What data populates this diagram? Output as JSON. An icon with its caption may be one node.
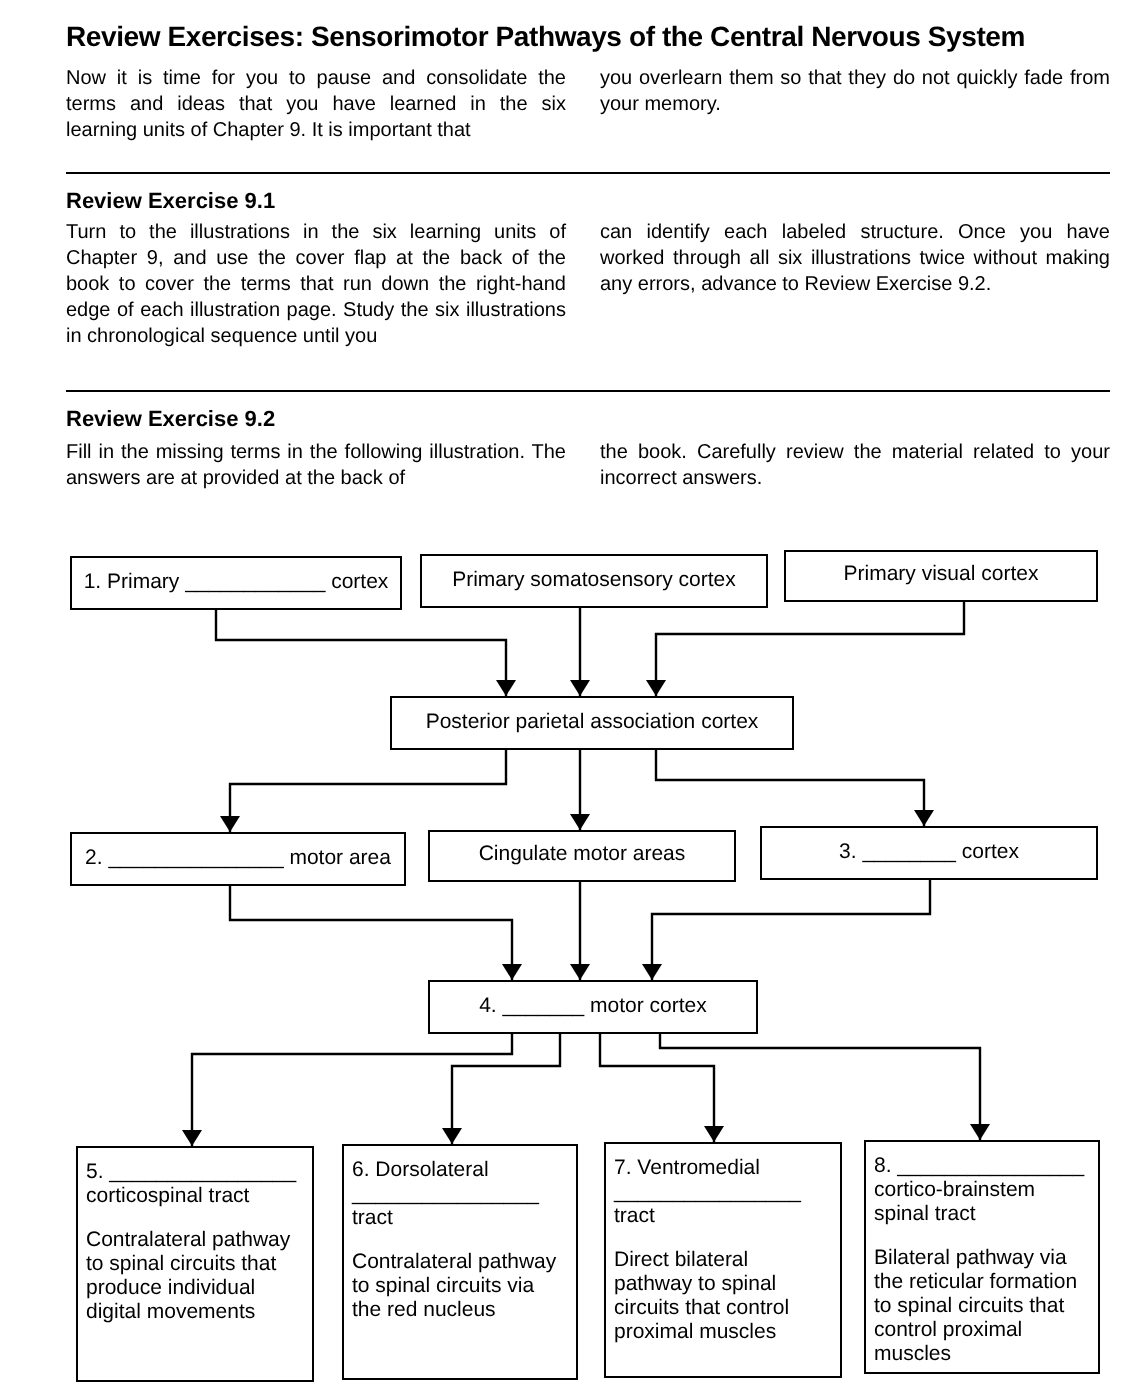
{
  "diagram": {
    "title": "Review Exercises: Sensorimotor Pathways of the Central Nervous System",
    "nodes": [
      {
        "text": [
          "1. Primary ____________ cortex"
        ]
      },
      {
        "text": [
          "Primary somatosensory cortex"
        ]
      },
      {
        "text": [
          "Primary visual cortex"
        ]
      },
      {
        "text": [
          "Posterior parietal association cortex"
        ]
      },
      {
        "text": [
          "2. _______________ motor area"
        ]
      },
      {
        "text": [
          "Cingulate motor areas"
        ]
      },
      {
        "text": [
          "3. ________ cortex"
        ]
      },
      {
        "text": [
          "4. _______ motor cortex"
        ]
      },
      {
        "text": [
          "5. ________________ corticospinal tract",
          "Contralateral pathway to spinal circuits that produce individual digital movements"
        ]
      },
      {
        "text": [
          "6. Dorsolateral ________________ tract",
          "Contralateral pathway to spinal circuits via the red nucleus"
        ]
      },
      {
        "text": [
          "7. Ventromedial ________________ tract",
          "Direct bilateral pathway to spinal circuits that control proximal muscles"
        ]
      },
      {
        "text": [
          "8. ________________ cortico-brainstem spinal tract",
          "Bilateral pathway via the reticular formation to spinal circuits that control proximal muscles"
        ]
      }
    ],
    "edges": [
      {
        "from": 0,
        "to": 3,
        "arrow": "to"
      },
      {
        "from": 1,
        "to": 3,
        "arrow": "to"
      },
      {
        "from": 2,
        "to": 3,
        "arrow": "to"
      },
      {
        "from": 3,
        "to": 4,
        "arrow": "to"
      },
      {
        "from": 3,
        "to": 5,
        "arrow": "to"
      },
      {
        "from": 3,
        "to": 6,
        "arrow": "to"
      },
      {
        "from": 4,
        "to": 7,
        "arrow": "to"
      },
      {
        "from": 5,
        "to": 7,
        "arrow": "to"
      },
      {
        "from": 6,
        "to": 7,
        "arrow": "to"
      },
      {
        "from": 7,
        "to": 8,
        "arrow": "to"
      },
      {
        "from": 7,
        "to": 9,
        "arrow": "to"
      },
      {
        "from": 7,
        "to": 10,
        "arrow": "to"
      },
      {
        "from": 7,
        "to": 11,
        "arrow": "to"
      }
    ],
    "labels": [
      "Now it is time for you to pause and consolidate the terms and ideas that you have learned in the six learning units of Chapter 9. It is important that",
      "you overlearn them so that they do not quickly fade from your memory.",
      "Review Exercise 9.1",
      "Turn to the illustrations in the six learning units of Chapter 9, and use the cover flap at the back of the book to cover the terms that run down the right-hand edge of each illustration page. Study the six illustrations in chronological sequence until you",
      "can identify each labeled structure. Once you have worked through all six illustrations twice without making any errors, advance to Review Exercise 9.2.",
      "Review Exercise 9.2",
      "Fill in the missing terms in the following illustration. The answers are at provided at the back of",
      "the book. Carefully review the material related to your incorrect answers."
    ]
  }
}
